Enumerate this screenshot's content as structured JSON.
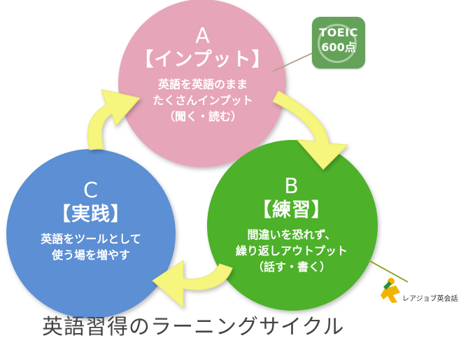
{
  "cycle": {
    "a": {
      "letter": "A",
      "stage": "【インプット】",
      "line1": "英語を英語のまま",
      "line2": "たくさんインプット",
      "line3": "（聞く・読む）",
      "color": "#e6a5b8"
    },
    "b": {
      "letter": "B",
      "stage": "【練習】",
      "line1": "間違いを恐れず、",
      "line2": "繰り返しアウトプット",
      "line3": "（話す・書く）",
      "color": "#4db12a"
    },
    "c": {
      "letter": "C",
      "stage": "【実践】",
      "line1": "英語をツールとして",
      "line2": "使う場を増やす",
      "color": "#5b8fd3"
    },
    "arrow_color": "#f6f57e"
  },
  "badge": {
    "line1": "TOEIC",
    "line2": "600点",
    "color": "#64a25a"
  },
  "logo": {
    "text": "レアジョブ英会話",
    "icon": "running-figure-logo",
    "colors": [
      "#f0b400",
      "#2a8f3c"
    ]
  },
  "footer": {
    "title": "英語習得のラーニングサイクル"
  }
}
